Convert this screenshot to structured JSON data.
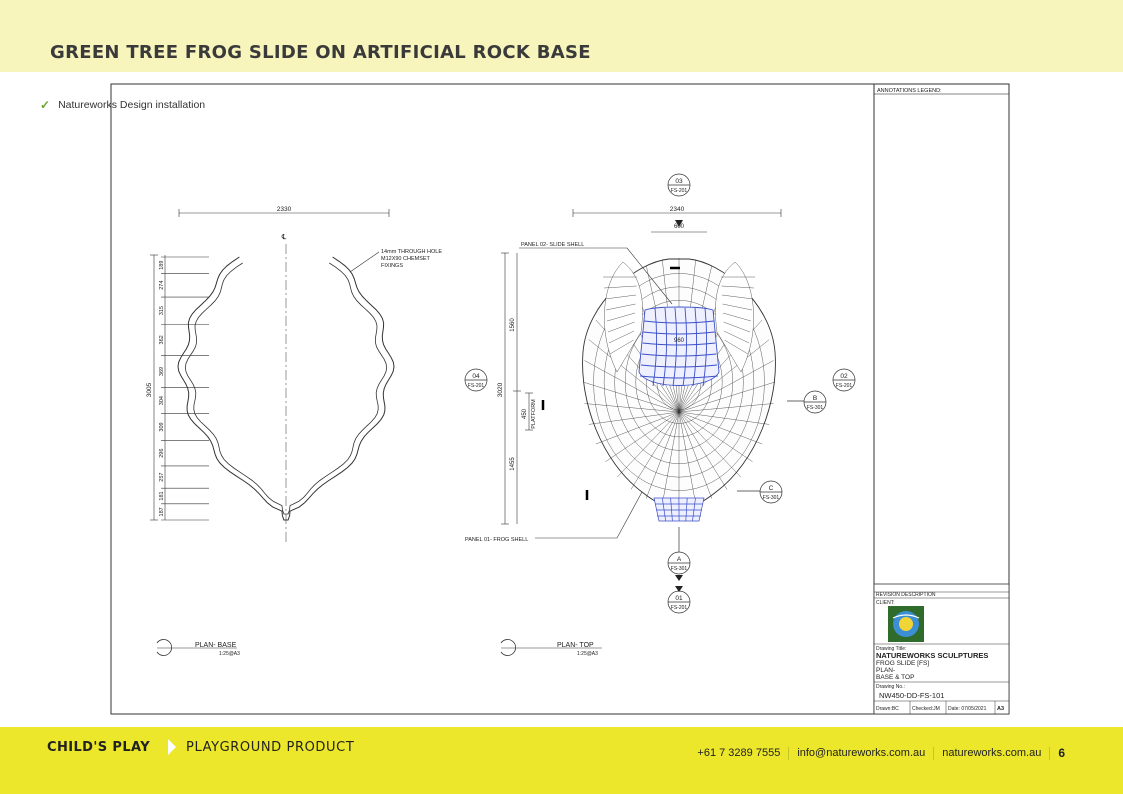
{
  "page": {
    "title": "GREEN TREE FROG SLIDE ON ARTIFICIAL ROCK BASE",
    "check_item": "Natureworks Design installation",
    "page_number": "6"
  },
  "footer": {
    "brand": "CHILD'S PLAY",
    "product": "PLAYGROUND PRODUCT",
    "phone": "+61 7 3289 7555",
    "email": "info@natureworks.com.au",
    "website": "natureworks.com.au"
  },
  "colors": {
    "top_band": "#f7f4bc",
    "bottom_band": "#ece72a",
    "check": "#6aa532",
    "mesh_blue": "#3b4fc8"
  },
  "drawing": {
    "legend_title": "ANNOTATIONS LEGEND:",
    "revision_description": "REVISION DESCRIPTION",
    "client_label": "CLIENT:",
    "drawing_title_label": "Drawing Title:",
    "company": "NATUREWORKS SCULPTURES",
    "title_line1": "FROG SLIDE [FS]",
    "title_line2": "PLAN-",
    "title_line3": "BASE & TOP",
    "drawing_no_label": "Drawing No.:",
    "drawing_no": "NW450-DD-FS-101",
    "drawn": "Drawn:BC",
    "checked": "Checked:JM",
    "date": "Date: 07/05/2021",
    "sheet_size": "A3",
    "plan_base_label": "PLAN- BASE",
    "plan_base_scale": "1:25@A3",
    "plan_top_label": "PLAN- TOP",
    "plan_top_scale": "1:25@A3",
    "base_width": "2330",
    "base_depth": "3005",
    "base_segments": [
      "189",
      "274",
      "315",
      "362",
      "369",
      "304",
      "309",
      "296",
      "257",
      "181",
      "187"
    ],
    "hole_note_1": "14mm THROUGH HOLE",
    "hole_note_2": "M12X90 CHEMSET",
    "hole_note_3": "FIXINGS",
    "top_width": "2340",
    "top_inner": "600",
    "top_slide_width": "960",
    "top_depth": "3020",
    "top_upper": "1560",
    "top_lower": "1455",
    "platform": "450",
    "platform_label": "PLATFORM",
    "panel_slide": "PANEL 02- SLIDE SHELL",
    "panel_frog": "PANEL 01- FROG SHELL",
    "marker_fs201": "FS-201",
    "marker_fs301": "FS-301",
    "marker_01": "01",
    "marker_02": "02",
    "marker_03": "03",
    "marker_04": "04",
    "marker_a": "A",
    "marker_b": "B",
    "marker_c": "C"
  }
}
